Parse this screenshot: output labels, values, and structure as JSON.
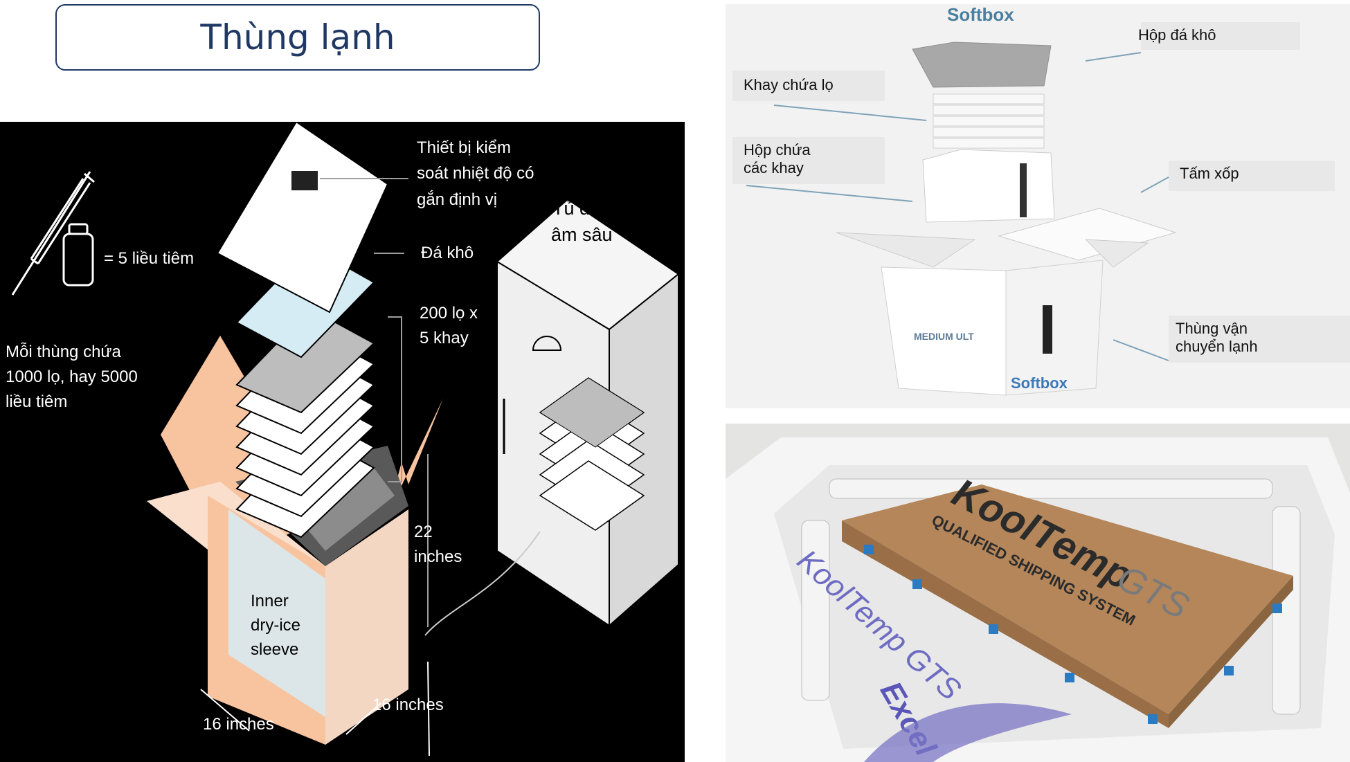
{
  "title": "Thùng lạnh",
  "diagram": {
    "label_device": [
      "Thiết bị kiểm",
      "soát nhiệt độ có",
      "gắn định vị"
    ],
    "label_dry_ice": "Đá khô",
    "label_trays": [
      "200 lọ x",
      "5 khay"
    ],
    "label_dose": "= 5 liều tiêm",
    "label_each_box": [
      "Mỗi thùng chứa",
      "1000 lọ, hay 5000",
      "liều tiêm"
    ],
    "label_freezer": [
      "Tủ đông",
      "âm sâu"
    ],
    "label_height": [
      "22",
      "inches"
    ],
    "label_sleeve": [
      "Inner",
      "dry-ice",
      "sleeve"
    ],
    "label_width1": "16 inches",
    "label_width2": "16 inches"
  },
  "softbox": {
    "brand": "Softbox",
    "label_dry_ice_box": "Hộp đá khô",
    "label_vial_tray": "Khay chứa lọ",
    "label_tray_box": [
      "Hộp chứa",
      "các khay"
    ],
    "label_foam": "Tấm xốp",
    "label_shipper": [
      "Thùng vận",
      "chuyển lạnh"
    ],
    "box_print_1": "MEDIUM ULT",
    "box_print_2": "Softbox"
  },
  "kooltemp": {
    "lid_brand": "KoolTemp",
    "lid_gts": "GTS",
    "lid_sub": "QUALIFIED SHIPPING SYSTEM",
    "side_brand": "KoolTemp GTS",
    "side_excel": "Excel"
  }
}
